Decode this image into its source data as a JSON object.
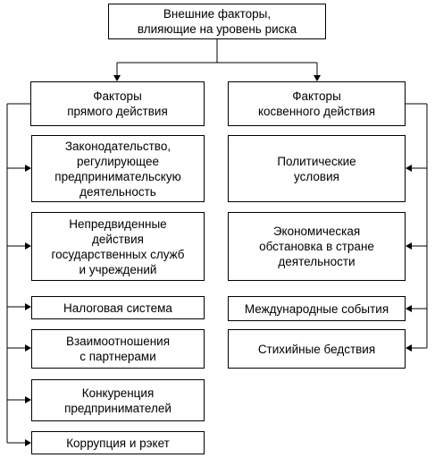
{
  "root": {
    "label": "Внешние факторы,\nвлияющие на уровень риска"
  },
  "left": {
    "header": "Факторы\nпрямого действия",
    "items": [
      "Законодательство,\nрегулирующее\nпредпринимательскую\nдеятельность",
      "Непредвиденные\nдействия\nгосударственных служб\nи учреждений",
      "Налоговая система",
      "Взаимоотношения\nс партнерами",
      "Конкуренция\nпредпринимателей",
      "Коррупция и рэкет"
    ]
  },
  "right": {
    "header": "Факторы\nкосвенного действия",
    "items": [
      "Политические\nусловия",
      "Экономическая\nобстановка в стране\nдеятельности",
      "Международные события",
      "Стихийные бедствия"
    ]
  }
}
